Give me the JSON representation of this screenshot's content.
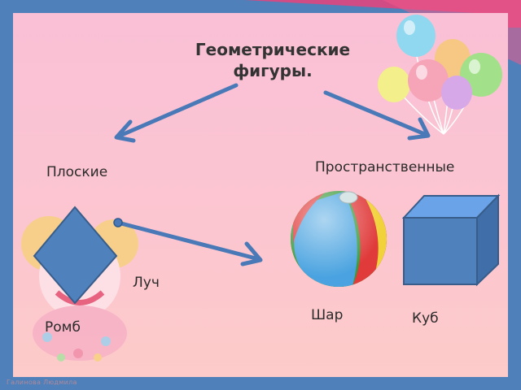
{
  "slide": {
    "title_line1": "Геометрические",
    "title_line2": "фигуры.",
    "flat_label": "Плоские",
    "solid_label": "Пространственные",
    "ray_label": "Луч",
    "rhombus_label": "Ромб",
    "sphere_label": "Шар",
    "cube_label": "Куб",
    "watermark": "Галинова Людмила"
  },
  "colors": {
    "frame": "#4f80b9",
    "arrow": "#4a79b8",
    "shape_fill": "#4f81bd",
    "shape_stroke": "#385d8a"
  },
  "decorations": {
    "balloons": "balloon-bunch",
    "clown": "clown-face",
    "ball": "beach-ball"
  }
}
